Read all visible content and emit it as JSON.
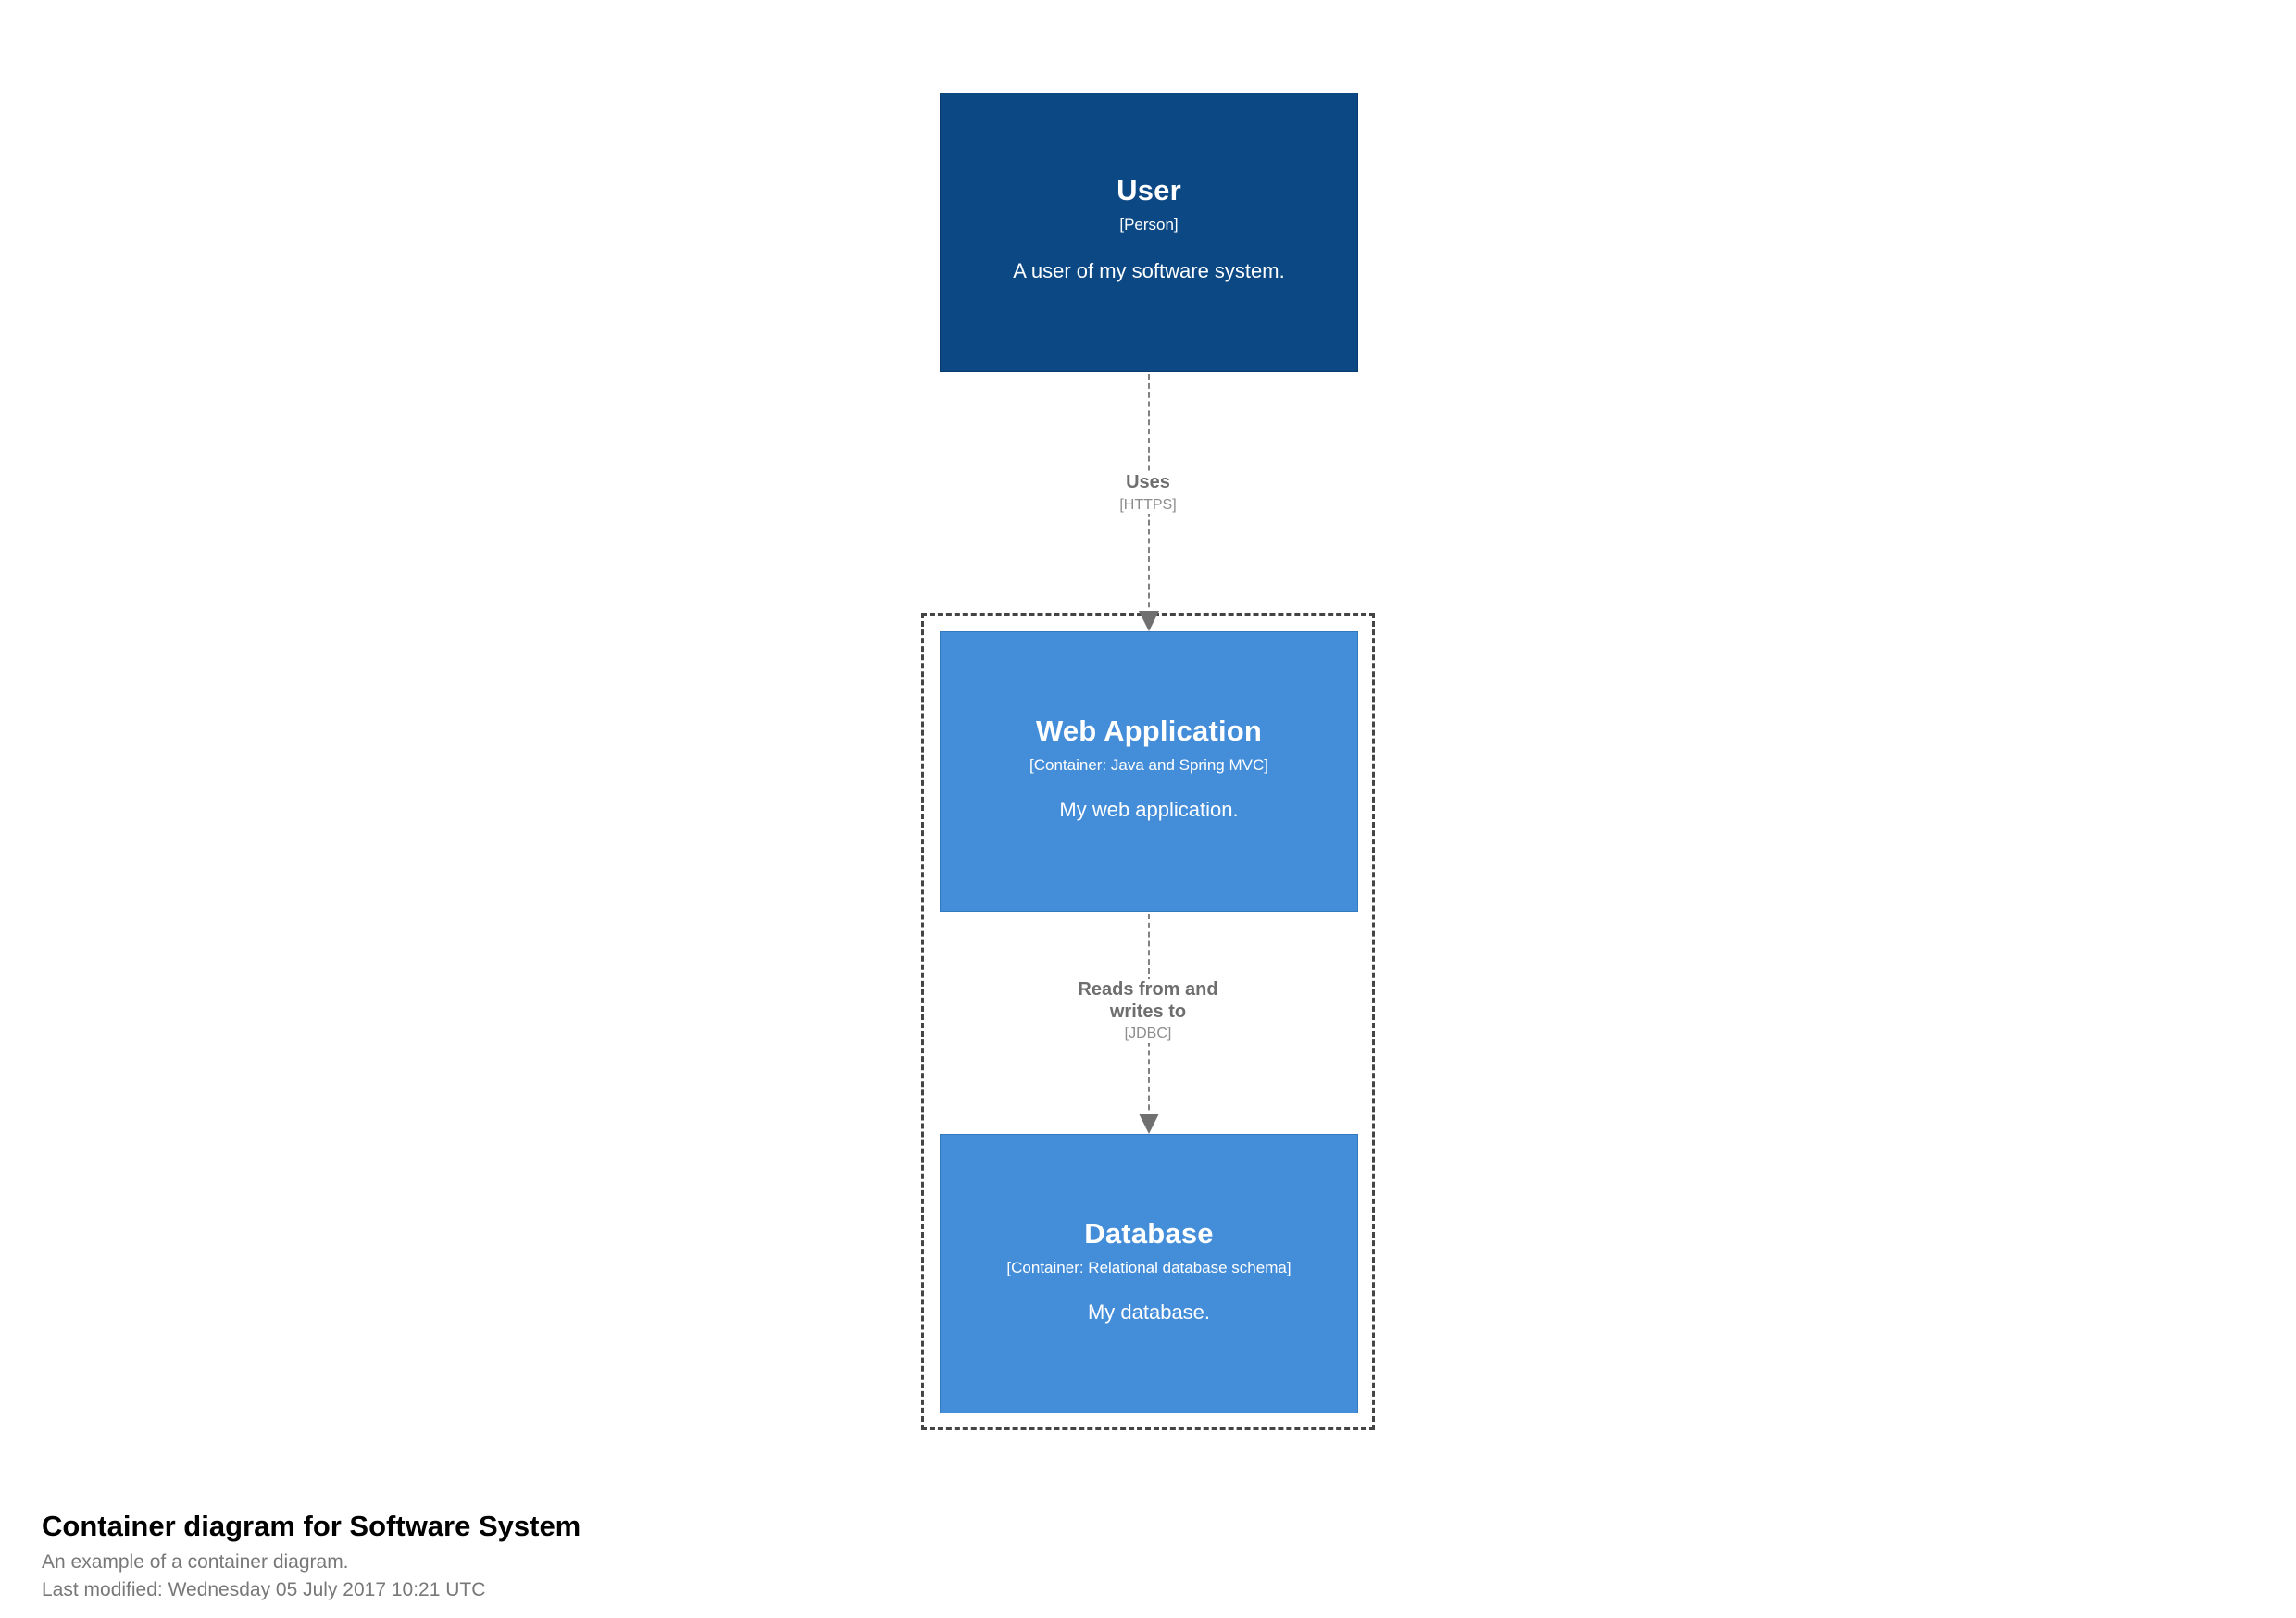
{
  "diagram": {
    "kind": "c4-container-diagram",
    "background_color": "#FFFFFF"
  },
  "nodes": [
    {
      "id": "user",
      "name": "User",
      "technology": "[Person]",
      "description": "A user of my software system.",
      "fill_color": "#0B4884",
      "text_color": "#FFFFFF"
    },
    {
      "id": "webapp",
      "name": "Web Application",
      "technology": "[Container: Java and Spring MVC]",
      "description": "My web application.",
      "fill_color": "#438DD9",
      "text_color": "#FFFFFF"
    },
    {
      "id": "database",
      "name": "Database",
      "technology": "[Container: Relational database schema]",
      "description": "My database.",
      "fill_color": "#438DD9",
      "text_color": "#FFFFFF"
    }
  ],
  "boundary": {
    "style": "dashed",
    "color": "#444444",
    "label": ""
  },
  "relationships": [
    {
      "id": "rel1",
      "from": "user",
      "to": "webapp",
      "description": "Uses",
      "technology": "[HTTPS]",
      "line_color": "#828282"
    },
    {
      "id": "rel2",
      "from": "webapp",
      "to": "database",
      "description_line1": "Reads from and",
      "description_line2": "writes to",
      "technology": "[JDBC]",
      "line_color": "#828282"
    }
  ],
  "caption": {
    "title": "Container diagram for Software System",
    "subtitle": "An example of a container diagram.",
    "last_modified": "Last modified: Wednesday 05 July 2017 10:21 UTC"
  }
}
